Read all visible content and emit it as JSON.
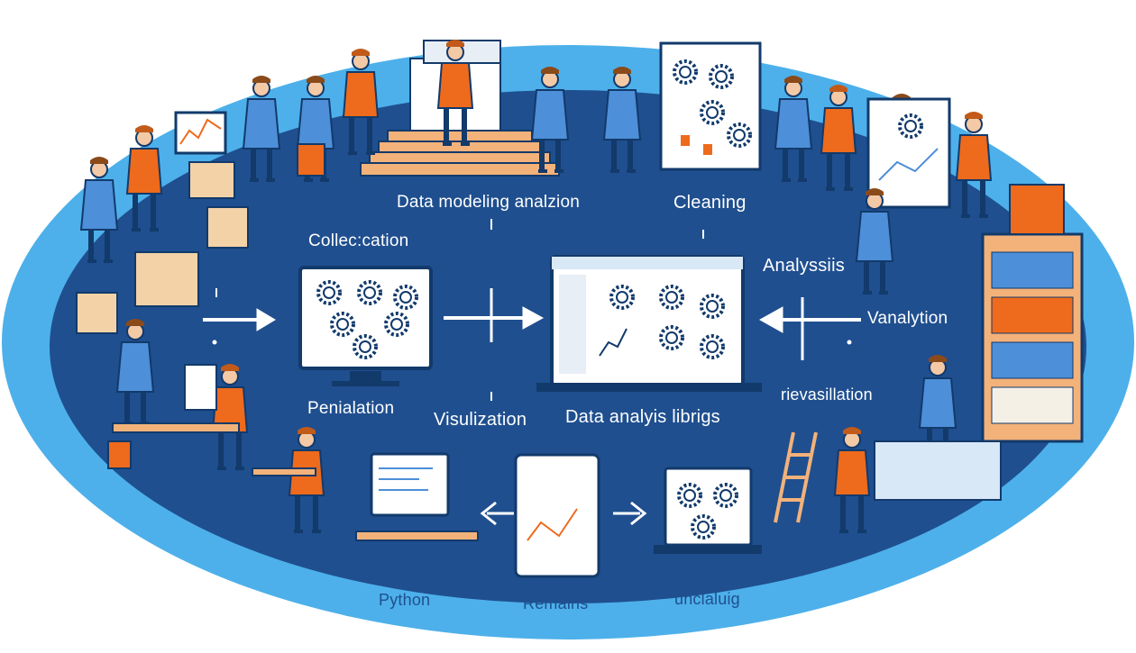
{
  "labels": {
    "data_modeling": "Data modeling analzion",
    "cleaning": "Cleaning",
    "collection": "Collec:cation",
    "analysis": "Analyssiis",
    "vanalytion": "Vanalytion",
    "rievasillation": "rievasillation",
    "penialation": "Penialation",
    "visulization": "Visulization",
    "data_analysis_libs": "Data analyis librigs",
    "python": "Python",
    "remains": "Remains",
    "unclaluig": "unclaluig"
  },
  "colors": {
    "background": "#ffffff",
    "outer_ring": "#4db0ea",
    "inner_field": "#1f4f8f",
    "figure_orange": "#ee6a1c",
    "figure_blue": "#4d8fd8",
    "screen_white": "#ffffff",
    "outline": "#123a6b"
  }
}
